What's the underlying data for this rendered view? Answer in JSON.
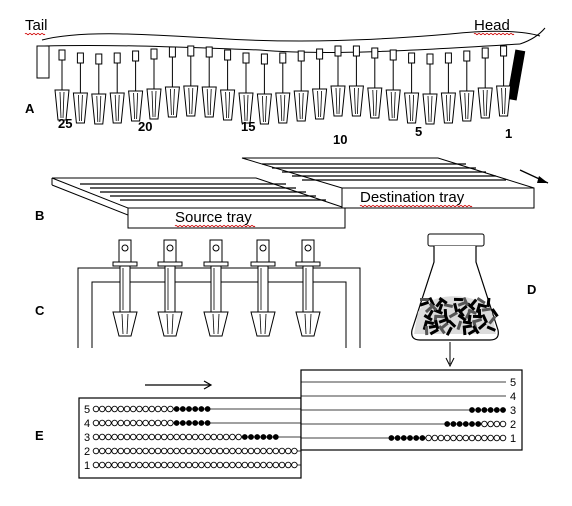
{
  "labels": {
    "tail": "Tail",
    "head": "Head",
    "source_tray": "Source tray",
    "destination_tray": "Destination tray"
  },
  "panels": [
    "A",
    "B",
    "C",
    "D",
    "E"
  ],
  "strip_numbers": [
    "25",
    "20",
    "15",
    "10",
    "5",
    "1"
  ],
  "row_numbers_left": [
    "5",
    "4",
    "3",
    "2",
    "1"
  ],
  "row_numbers_right": [
    "5",
    "4",
    "3",
    "2",
    "1"
  ],
  "left_rows": [
    {
      "open_before": 13,
      "filled": 6,
      "open_after": 0
    },
    {
      "open_before": 13,
      "filled": 6,
      "open_after": 0
    },
    {
      "open_before": 24,
      "filled": 6,
      "open_after": 0
    },
    {
      "open_before": 33,
      "filled": 0,
      "open_after": 0
    },
    {
      "open_before": 33,
      "filled": 0,
      "open_after": 0
    }
  ],
  "right_rows": [
    {
      "open_before": 0,
      "filled": 0,
      "open_after": 0
    },
    {
      "open_before": 0,
      "filled": 0,
      "open_after": 0
    },
    {
      "open_before": 0,
      "filled": 6,
      "open_after": 0
    },
    {
      "open_before": 0,
      "filled": 6,
      "open_after": 4
    },
    {
      "open_before": 0,
      "filled": 6,
      "open_after": 13
    }
  ],
  "colors": {
    "ink": "#000000",
    "paper": "#ffffff",
    "underline": "#d00000"
  }
}
